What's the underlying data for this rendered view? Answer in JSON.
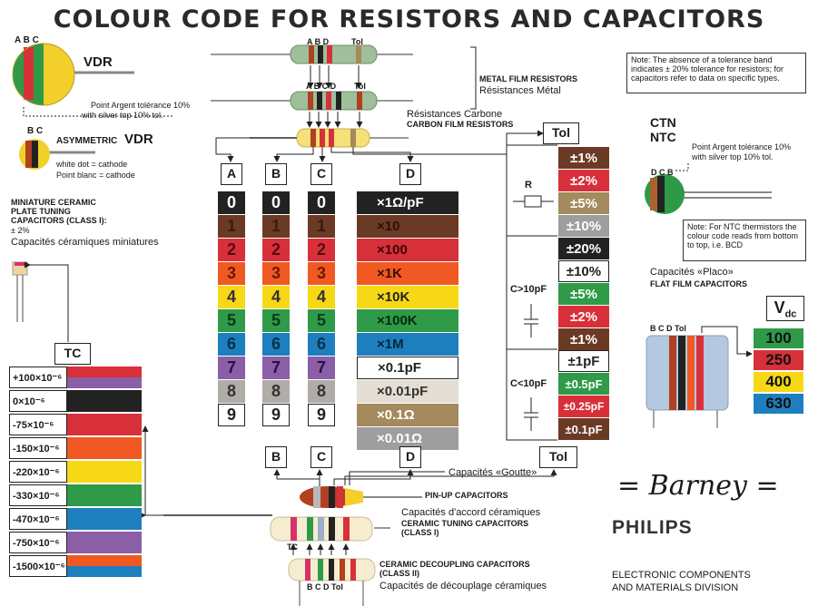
{
  "title": "COLOUR CODE FOR RESISTORS AND CAPACITORS",
  "colors": {
    "black": "#222222",
    "brown": "#6b3a25",
    "red": "#d8303a",
    "orange": "#f05a22",
    "yellow": "#f7d817",
    "green": "#2f9a48",
    "blue": "#1e7fbf",
    "violet": "#8b5ea8",
    "grey": "#b0aca7",
    "white": "#ffffff",
    "gold": "#a48a5c",
    "silver": "#9e9e9e"
  },
  "vdr": {
    "abc": "A B C",
    "title": "VDR",
    "note1": "Point Argent tolérance 10%",
    "note2": "with silver top 10% tol."
  },
  "asym": {
    "bc": "B C",
    "title1": "ASYMMETRIC",
    "title2": "VDR",
    "note1": "white dot = cathode",
    "note2": "Point blanc = cathode"
  },
  "mini": {
    "l1": "MINIATURE CERAMIC",
    "l2": "PLATE TUNING",
    "l3": "CAPACITORS (CLASS I):",
    "l4": "± 2%",
    "l5": "Capacités céramiques miniatures"
  },
  "metal": {
    "l1": "METAL FILM RESISTORS",
    "l2": "Résistances Métal"
  },
  "carbon": {
    "l1": "Résistances Carbone",
    "l2": "CARBON FILM RESISTORS"
  },
  "top_labels": {
    "r1": "A B D",
    "r1tol": "Tol",
    "r2": "A B C D",
    "r2tol": "Tol"
  },
  "note_tol": "Note: The absence of a tolerance band indicates ± 20% tolerance for resistors; for capacitors refer to data on specific types.",
  "ctn": {
    "t1": "CTN",
    "t2": "NTC",
    "n1": "Point Argent tolérance 10%",
    "n2": "with silver top 10% tol.",
    "dcb": "D C B",
    "note": "Note: For NTC thermistors the colour code reads from bottom to top, i.e. BCD"
  },
  "placo": {
    "l1": "Capacités «Placo»",
    "l2": "FLAT FILM CAPACITORS",
    "bcdtol": "B C D Tol",
    "vdc": "V",
    "vdc_sub": "dc",
    "values": [
      "100",
      "250",
      "400",
      "630"
    ]
  },
  "headers": {
    "a": "A",
    "b": "B",
    "c": "C",
    "d": "D",
    "tol": "Tol",
    "tc": "TC",
    "b2": "B",
    "c2": "C",
    "d2": "D",
    "tol2": "Tol"
  },
  "digits": [
    "0",
    "1",
    "2",
    "3",
    "4",
    "5",
    "6",
    "7",
    "8",
    "9"
  ],
  "multipliers": [
    "×1Ω/pF",
    "×10",
    "×100",
    "×1K",
    "×10K",
    "×100K",
    "×1M",
    "×0.1pF",
    "×0.01pF",
    "×0.1Ω",
    "×0.01Ω"
  ],
  "tol": {
    "r_label": "R",
    "r": [
      "±1%",
      "±2%",
      "±5%",
      "±10%"
    ],
    "c1_label": "C>10pF",
    "c1": [
      "±20%",
      "±10%",
      "±5%",
      "±2%",
      "±1%"
    ],
    "c2_label": "C<10pF",
    "c2": [
      "±1pF",
      "±0.5pF",
      "±0.25pF",
      "±0.1pF"
    ]
  },
  "tc": [
    "+100×10⁻⁶",
    "0×10⁻⁶",
    "-75×10⁻⁶",
    "-150×10⁻⁶",
    "-220×10⁻⁶",
    "-330×10⁻⁶",
    "-470×10⁻⁶",
    "-750×10⁻⁶",
    "-1500×10⁻⁶"
  ],
  "bottom": {
    "goutte": "Capacités «Goutte»",
    "pinup": "PIN-UP CAPACITORS",
    "accord1": "Capacités d'accord céramiques",
    "accord2": "CERAMIC TUNING CAPACITORS",
    "accord3": "(CLASS I)",
    "decoup1": "CERAMIC DECOUPLING CAPACITORS",
    "decoup2": "(CLASS II)",
    "decoup3": "Capacités de découplage céramiques",
    "tc": "TC",
    "bcd": "B  C  D Tol"
  },
  "brand": {
    "signature": "= Barney =",
    "philips": "PHILIPS",
    "div1": "ELECTRONIC COMPONENTS",
    "div2": "AND MATERIALS DIVISION"
  }
}
